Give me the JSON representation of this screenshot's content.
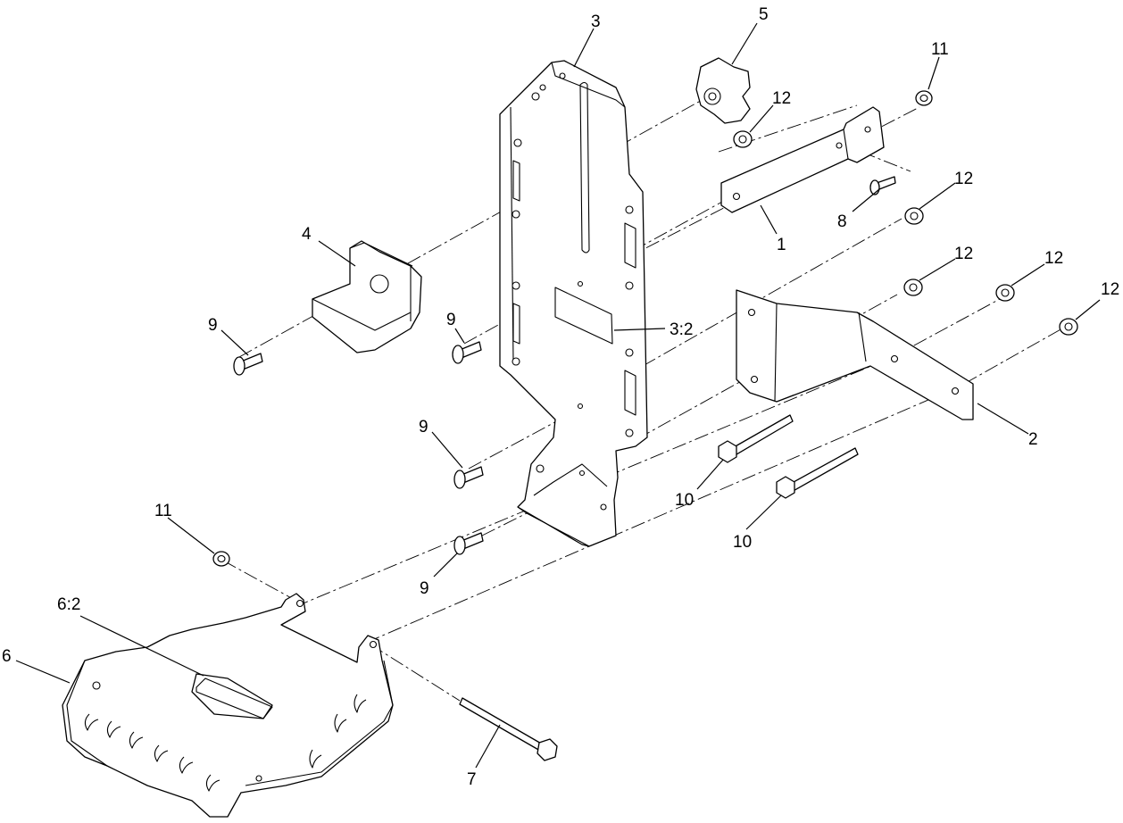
{
  "callouts": {
    "c1": "1",
    "c2": "2",
    "c3": "3",
    "c3_2": "3:2",
    "c4": "4",
    "c5": "5",
    "c6": "6",
    "c6_2": "6:2",
    "c7": "7",
    "c8": "8",
    "c9a": "9",
    "c9b": "9",
    "c9c": "9",
    "c9d": "9",
    "c10a": "10",
    "c10b": "10",
    "c11a": "11",
    "c11b": "11",
    "c12a": "12",
    "c12b": "12",
    "c12c": "12",
    "c12d": "12",
    "c12e": "12"
  }
}
